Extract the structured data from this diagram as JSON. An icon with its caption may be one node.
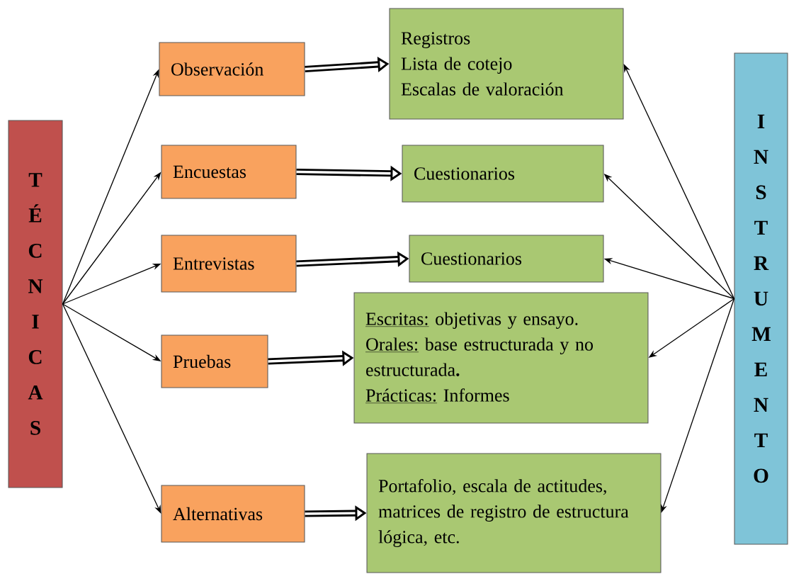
{
  "diagram": {
    "nodes": [
      {
        "text": [
          "TÉCNICAS"
        ]
      },
      {
        "text": [
          "Observación"
        ]
      },
      {
        "text": [
          "Encuestas"
        ]
      },
      {
        "text": [
          "Entrevistas"
        ]
      },
      {
        "text": [
          "Pruebas"
        ]
      },
      {
        "text": [
          "Alternativas"
        ]
      },
      {
        "text": [
          "Registros",
          "Lista de cotejo",
          "Escalas de valoración"
        ]
      },
      {
        "text": [
          "Cuestionarios"
        ]
      },
      {
        "text": [
          "Cuestionarios"
        ]
      },
      {
        "text": [
          "Escritas:",
          "objetivas y ensayo.",
          "Orales:",
          "base estructurada y no estructurada**.**",
          "Prácticas:",
          "Informes"
        ]
      },
      {
        "text": [
          "Portafolio, escala de actitudes, matrices de registro de estructura lógica, etc."
        ]
      },
      {
        "text": [
          "INSTRUMENTO"
        ]
      }
    ],
    "edges": [
      {
        "from": 0,
        "to": 1,
        "arrow": "to"
      },
      {
        "from": 0,
        "to": 2,
        "arrow": "to"
      },
      {
        "from": 0,
        "to": 3,
        "arrow": "to"
      },
      {
        "from": 0,
        "to": 4,
        "arrow": "to"
      },
      {
        "from": 0,
        "to": 5,
        "arrow": "to"
      },
      {
        "from": 1,
        "to": 6,
        "arrow": "to",
        "style": "thick"
      },
      {
        "from": 2,
        "to": 7,
        "arrow": "to",
        "style": "thick"
      },
      {
        "from": 3,
        "to": 8,
        "arrow": "to",
        "style": "thick"
      },
      {
        "from": 4,
        "to": 9,
        "arrow": "to",
        "style": "thick"
      },
      {
        "from": 5,
        "to": 10,
        "arrow": "to",
        "style": "thick"
      },
      {
        "from": 11,
        "to": 6,
        "arrow": "to"
      },
      {
        "from": 11,
        "to": 7,
        "arrow": "to"
      },
      {
        "from": 11,
        "to": 8,
        "arrow": "to"
      },
      {
        "from": 11,
        "to": 9,
        "arrow": "to"
      },
      {
        "from": 11,
        "to": 10,
        "arrow": "to"
      }
    ]
  }
}
